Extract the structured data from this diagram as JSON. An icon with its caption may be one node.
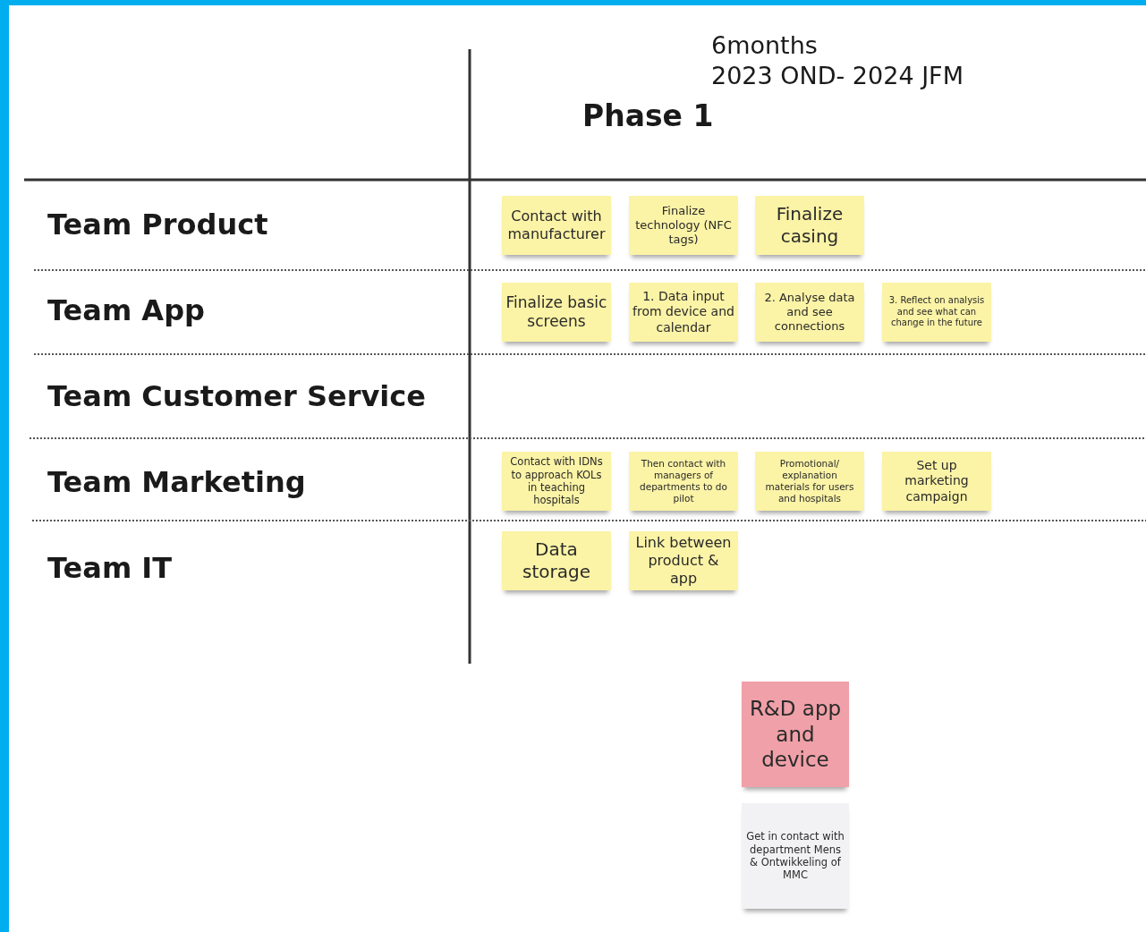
{
  "diagram": {
    "title": "Phase 1",
    "nodes": [
      {
        "text": [
          "Contact with manufacturer"
        ]
      },
      {
        "text": [
          "Finalize technology (NFC tags)"
        ]
      },
      {
        "text": [
          "Finalize casing"
        ]
      },
      {
        "text": [
          "Finalize basic screens"
        ]
      },
      {
        "text": [
          "1. Data input from device and calendar"
        ]
      },
      {
        "text": [
          "2. Analyse data and see connections"
        ]
      },
      {
        "text": [
          "3. Reflect on analysis and see what can change in the future"
        ]
      },
      {
        "text": [
          "Contact with IDNs to approach KOLs in teaching hospitals"
        ]
      },
      {
        "text": [
          "Then contact with managers of departments to do pilot"
        ]
      },
      {
        "text": [
          "Promotional/ explanation materials for users and hospitals"
        ]
      },
      {
        "text": [
          "Set up marketing campaign"
        ]
      },
      {
        "text": [
          "Data storage"
        ]
      },
      {
        "text": [
          "Link between product & app"
        ]
      },
      {
        "text": [
          "R&D app and device"
        ]
      },
      {
        "text": [
          "Get in contact with department Mens & Ontwikkeling of MMC"
        ]
      }
    ],
    "labels": [
      "6months",
      "2023 OND- 2024 JFM",
      "Team Product",
      "Team App",
      "Team Customer Service",
      "Team Marketing",
      "Team IT"
    ]
  }
}
